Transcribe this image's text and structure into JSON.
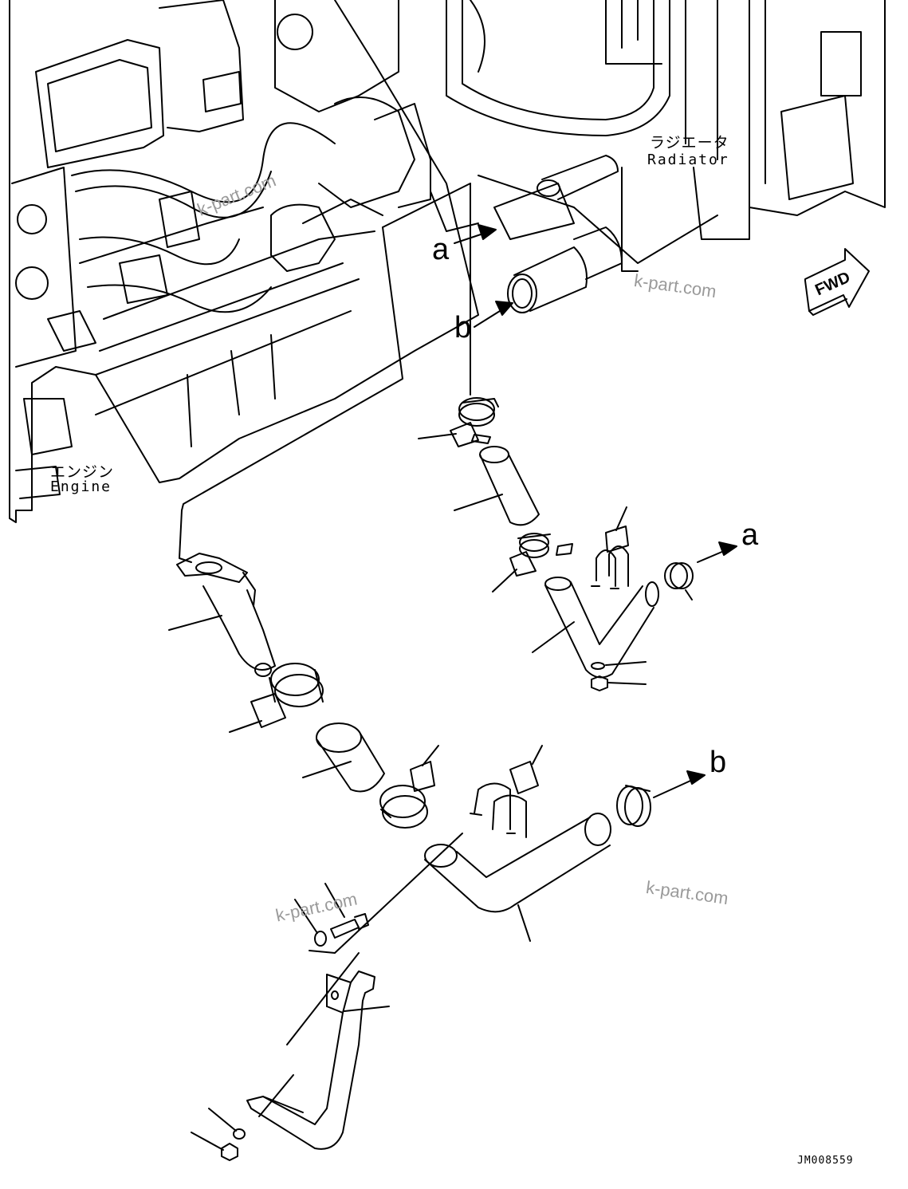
{
  "labels": {
    "engine_jp": "エンジン",
    "engine_en": "Engine",
    "radiator_jp": "ラジエータ",
    "radiator_en": "Radiator",
    "callout_a_top": "a",
    "callout_b_top": "b",
    "callout_a_right": "a",
    "callout_b_right": "b",
    "fwd": "FWD",
    "drawing_number": "JM008559"
  },
  "watermarks": [
    "k-part.com",
    "k-part.com",
    "k-part.com",
    "k-part.com"
  ],
  "icons": {
    "fwd_arrow": "fwd-arrow-icon",
    "callout_arrow": "callout-arrow-icon"
  },
  "colors": {
    "line": "#000000",
    "background": "#ffffff",
    "watermark": "#9a9a9a"
  }
}
